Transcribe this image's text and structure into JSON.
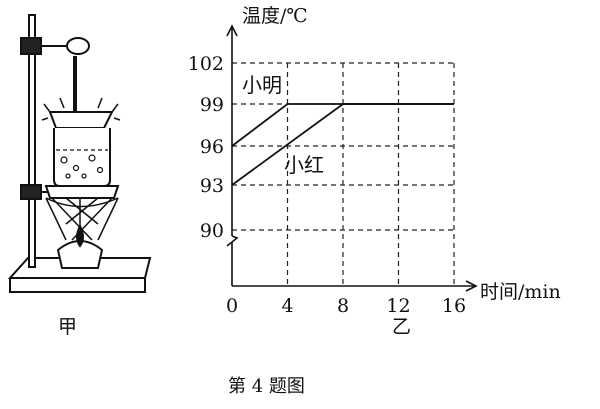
{
  "labels": {
    "left_caption": "甲",
    "right_caption": "乙",
    "figure_caption": "第 4 题图"
  },
  "chart_data": {
    "type": "line",
    "ylabel": "温度/℃",
    "xlabel": "时间/min",
    "x_ticks": [
      "0",
      "4",
      "8",
      "12",
      "16"
    ],
    "y_ticks": [
      "90",
      "93",
      "96",
      "99",
      "102"
    ],
    "xlim": [
      0,
      16
    ],
    "ylim": [
      90,
      102
    ],
    "axis_break": true,
    "grid": "dashed",
    "series": [
      {
        "name": "小明",
        "x": [
          0,
          4,
          16
        ],
        "y": [
          96,
          99,
          99
        ]
      },
      {
        "name": "小红",
        "x": [
          0,
          8,
          16
        ],
        "y": [
          93,
          99,
          99
        ]
      }
    ]
  }
}
